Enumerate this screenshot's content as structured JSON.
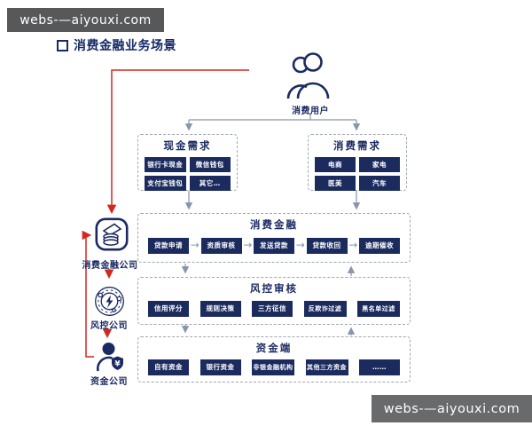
{
  "watermarks": {
    "top": "webs-—aiyouxi.com",
    "bottom": "webs-—aiyouxi.com"
  },
  "title": "消费金融业务场景",
  "actors": {
    "user": {
      "label": "消费用户"
    },
    "finance_company": {
      "label": "消费金融公司"
    },
    "risk_company": {
      "label": "风控公司"
    },
    "funding_company": {
      "label": "资金公司"
    }
  },
  "boxes": {
    "cash": {
      "title": "现金需求",
      "items": [
        "银行卡现金",
        "微信钱包",
        "支付宝钱包",
        "其它…"
      ]
    },
    "consume": {
      "title": "消费需求",
      "items": [
        "电商",
        "家电",
        "医美",
        "汽车"
      ]
    },
    "finance": {
      "title": "消费金融",
      "items": [
        "贷款申请",
        "资质审核",
        "发送贷款",
        "贷款收回",
        "逾期催收"
      ]
    },
    "risk": {
      "title": "风控审核",
      "items": [
        "信用评分",
        "规则决策",
        "三方征信",
        "反欺诈过滤",
        "黑名单过滤"
      ]
    },
    "funding": {
      "title": "资金端",
      "items": [
        "自有资金",
        "银行资金",
        "非银金融机构",
        "其他三方资金",
        "……"
      ]
    }
  },
  "icons": {
    "flow_arrow": "→",
    "shield_currency": "¥"
  },
  "colors": {
    "navy": "#1b2b5e",
    "navy_text": "#1b2a63",
    "red": "#d3281e",
    "connector": "#8795ad",
    "dashed_border": "#a0a7b2",
    "banner_top_bg": "#57585a",
    "banner_bottom_bg": "#696a6c"
  }
}
